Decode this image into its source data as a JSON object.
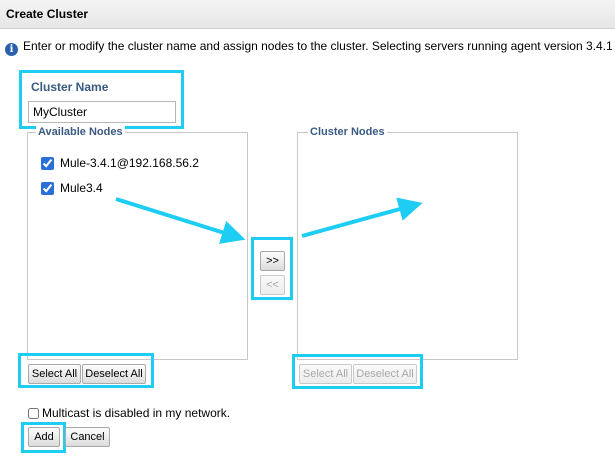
{
  "header": {
    "title": "Create Cluster"
  },
  "info": {
    "icon": "info-icon",
    "text": "Enter or modify the cluster name and assign nodes to the cluster. Selecting servers running agent version 3.4.1"
  },
  "cluster_name": {
    "label": "Cluster Name",
    "value": "MyCluster"
  },
  "available_nodes": {
    "legend": "Available Nodes",
    "items": [
      {
        "label": "Mule-3.4.1@192.168.56.2",
        "checked": true
      },
      {
        "label": "Mule3.4",
        "checked": true
      }
    ],
    "select_all_label": "Select All",
    "deselect_all_label": "Deselect All"
  },
  "transfer": {
    "add_label": ">>",
    "remove_label": "<<"
  },
  "cluster_nodes": {
    "legend": "Cluster Nodes",
    "select_all_label": "Select All",
    "deselect_all_label": "Deselect All"
  },
  "multicast": {
    "label": "Multicast is disabled in my network.",
    "checked": false
  },
  "footer": {
    "add_label": "Add",
    "cancel_label": "Cancel"
  },
  "colors": {
    "highlight": "#1ecdf3",
    "label_blue": "#3a5a82"
  }
}
